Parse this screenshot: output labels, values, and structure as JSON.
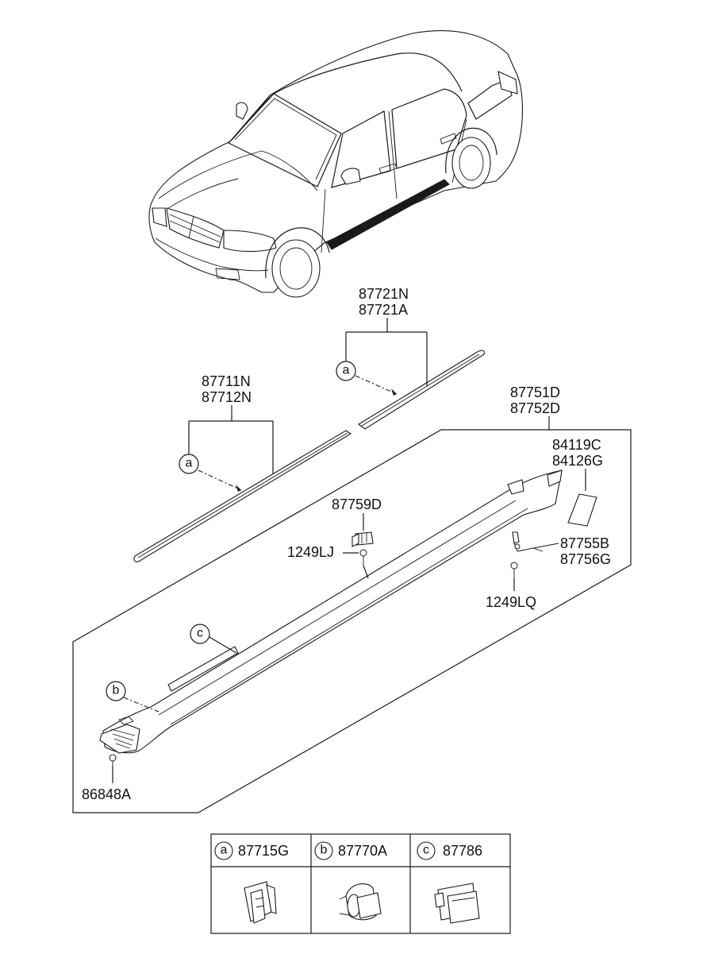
{
  "labels": {
    "upper_moulding_front": [
      "87721N",
      "87721A"
    ],
    "upper_moulding_rear": [
      "87711N",
      "87712N"
    ],
    "side_sill": [
      "87751D",
      "87752D"
    ],
    "pad": [
      "84119C",
      "84126G"
    ],
    "clip_top": "87759D",
    "screw_left": "1249LJ",
    "bracket": [
      "87755B",
      "87756G"
    ],
    "screw_right": "1249LQ",
    "screw_bottom": "86848A"
  },
  "callouts": {
    "a": "a",
    "b": "b",
    "c": "c"
  },
  "legend": [
    {
      "letter": "a",
      "part": "87715G"
    },
    {
      "letter": "b",
      "part": "87770A"
    },
    {
      "letter": "c",
      "part": "87786"
    }
  ]
}
